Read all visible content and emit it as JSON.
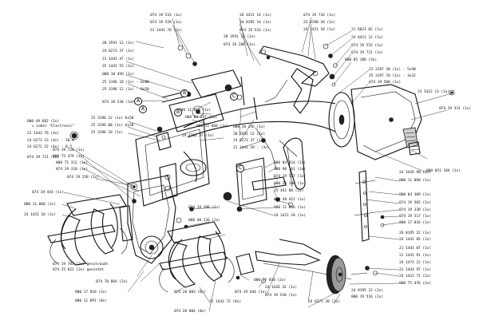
{
  "labels": [
    {
      "id": "l01",
      "text": "074 19 533 (1x)"
    },
    {
      "id": "l02",
      "text": "074 19 528 (1x)"
    },
    {
      "id": "l03",
      "text": "21 1441 70 (1x)"
    },
    {
      "id": "l04",
      "text": "26 1421 14 (1x)"
    },
    {
      "id": "l05",
      "text": "24 8195 14 (1x)"
    },
    {
      "id": "l06",
      "text": "074 19 516 (1x)"
    },
    {
      "id": "l07",
      "text": "074 19 716 (1x)"
    },
    {
      "id": "l08",
      "text": "23 8190 18 (1x)"
    },
    {
      "id": "l09",
      "text": "24 1421 10 (1x)"
    },
    {
      "id": "l10",
      "text": "21 6621 02 (1x)"
    },
    {
      "id": "l11",
      "text": "24 6411 12 (1x)"
    },
    {
      "id": "l12",
      "text": "074 19 552 (1x)"
    },
    {
      "id": "l13",
      "text": "074 19 721 (1x)"
    },
    {
      "id": "l14",
      "text": "000 051 184 (1x)"
    },
    {
      "id": "l15",
      "text": "28 3591 12 (2x)"
    },
    {
      "id": "l16",
      "text": "24 6273 37 (1x)"
    },
    {
      "id": "l17",
      "text": "21 1441 47 (1x)"
    },
    {
      "id": "l18",
      "text": "25 1441 55 (1x)"
    },
    {
      "id": "l19",
      "text": "000 10 450 (1x)"
    },
    {
      "id": "l20",
      "text": "25 3196 18 (1x) - 6x80"
    },
    {
      "id": "l21",
      "text": "25 3196 12 (1x) - 6x50"
    },
    {
      "id": "l22",
      "text": "074 19 538 (1x)"
    },
    {
      "id": "l23",
      "text": "28 3591 12 (2x)"
    },
    {
      "id": "l24",
      "text": "074 19 286 (1x)"
    },
    {
      "id": "l25",
      "text": "23 2187 38 (1x) - 5x40"
    },
    {
      "id": "l26",
      "text": "25 3197 70 (1x) - 3x32"
    },
    {
      "id": "l27",
      "text": "074 19 500 (1x)"
    },
    {
      "id": "l28",
      "text": "23 5422 13 (1x)"
    },
    {
      "id": "l29",
      "text": "074 19 331 (1x)"
    },
    {
      "id": "l30",
      "text": "000 11 068 (1x)"
    },
    {
      "id": "l31",
      "text": "000 04 247 (2x)"
    },
    {
      "id": "l32",
      "text": "000 11 068 (1x)"
    },
    {
      "id": "l33",
      "text": "25 3196 12 (1x) 6x50"
    },
    {
      "id": "l34",
      "text": "25 3196 08 (1x) 6x20"
    },
    {
      "id": "l35",
      "text": "25 3196 18 (1x)"
    },
    {
      "id": "l36",
      "text": "000 05 186 (3x)"
    },
    {
      "id": "l37",
      "text": "000 20 256 (1x)"
    },
    {
      "id": "l38",
      "text": "28 3591 12 (2x)"
    },
    {
      "id": "l39",
      "text": "24 6273 37 (1x)"
    },
    {
      "id": "l40",
      "text": "21 1441 10 - (3x)"
    },
    {
      "id": "l41",
      "text": "24 3426 90 (1x)"
    },
    {
      "id": "l42",
      "text": "000 11 068 (1x)"
    },
    {
      "id": "l43",
      "text": "000 04 309 (1x)"
    },
    {
      "id": "l44",
      "text": "074 19 502 (1x)"
    },
    {
      "id": "l45",
      "text": "000 49 682 (1x)"
    },
    {
      "id": "l46",
      "text": "= Lobel \"Electronic\""
    },
    {
      "id": "l47",
      "text": "21 1443 76 (4x)"
    },
    {
      "id": "l48",
      "text": "24 6273 23 (4x) - 10.8"
    },
    {
      "id": "l49",
      "text": "24 6272 22 (4x) - 8.5"
    },
    {
      "id": "l50",
      "text": "074 19 720 (1x)"
    },
    {
      "id": "l51",
      "text": "000 75 479 (1x)"
    },
    {
      "id": "l52",
      "text": "000 75 312 (1x)"
    },
    {
      "id": "l53",
      "text": "074 19 721 (1x)"
    },
    {
      "id": "l54",
      "text": "074 19 310 (1x)"
    },
    {
      "id": "l55",
      "text": "074 19 158 (1x)"
    },
    {
      "id": "l56",
      "text": "24 4202 37 (1x)"
    },
    {
      "id": "l57",
      "text": "000 04 314 (2x)"
    },
    {
      "id": "l58",
      "text": "000 90 161 (1x)"
    },
    {
      "id": "l59",
      "text": "074 19 537 (1x)"
    },
    {
      "id": "l60",
      "text": "000 20 180 (1x)"
    },
    {
      "id": "l61",
      "text": "25 441 88 (1x)"
    },
    {
      "id": "l62",
      "text": "000 48 412 (1x)"
    },
    {
      "id": "l63",
      "text": "074 19 338 (1x)"
    },
    {
      "id": "l64",
      "text": "074 19 517 (1x)"
    },
    {
      "id": "l65",
      "text": "000 17 016 (1x)"
    },
    {
      "id": "l66",
      "text": "26 8195 22 (1x)"
    },
    {
      "id": "l67",
      "text": "24 1441 85 (1x)"
    },
    {
      "id": "l68",
      "text": "21 1441 87 (1x)"
    },
    {
      "id": "l69",
      "text": "21 1441 91 (1x)"
    },
    {
      "id": "l70",
      "text": "24 1471 22 (1x)"
    },
    {
      "id": "l71",
      "text": "074 19 443 (1x)"
    },
    {
      "id": "l72",
      "text": "000 11 068 (1x)"
    },
    {
      "id": "l73",
      "text": "24 1421 18 (1x)"
    },
    {
      "id": "l74",
      "text": "000 11 066 (1x)"
    },
    {
      "id": "l75",
      "text": "24 1421 18 (1x)"
    },
    {
      "id": "l76",
      "text": "074 19 288 (1x)"
    },
    {
      "id": "l77",
      "text": "000 48 126 (2x)"
    },
    {
      "id": "l78",
      "text": "074 19 701 (2x) geschraubt"
    },
    {
      "id": "l79",
      "text": "074 25 821 (2x) genietet"
    },
    {
      "id": "l80",
      "text": "074 70 864 (2x)"
    },
    {
      "id": "l81",
      "text": "000 17 818 (2x)"
    },
    {
      "id": "l82",
      "text": "000 11 091 (8x)"
    },
    {
      "id": "l83",
      "text": "074 20 083 (8x)"
    },
    {
      "id": "l84",
      "text": "21 1443 72 (8x)"
    },
    {
      "id": "l85",
      "text": "074 20 004 (8x)"
    },
    {
      "id": "l86",
      "text": "000 17 010 (2x)"
    },
    {
      "id": "l87",
      "text": "074 19 444 (1x)"
    },
    {
      "id": "l88",
      "text": "24 1426 32 (1x)"
    },
    {
      "id": "l89",
      "text": "074 19 530 (1x)"
    },
    {
      "id": "l90",
      "text": "24 6271 20 (2x)"
    },
    {
      "id": "l91",
      "text": "24 8195 22 (2x)"
    },
    {
      "id": "l92",
      "text": "000 19 516 (2x)"
    },
    {
      "id": "l93",
      "text": "21 1443 97 (1x)"
    },
    {
      "id": "l94",
      "text": "24 1423 71 (2x)"
    },
    {
      "id": "l95",
      "text": "000 75 476 (2x)"
    }
  ],
  "markers": [
    {
      "id": "mA1",
      "text": "A"
    },
    {
      "id": "mB1",
      "text": "B"
    },
    {
      "id": "mC1",
      "text": "C"
    },
    {
      "id": "mA2",
      "text": "A"
    },
    {
      "id": "mB2",
      "text": "B"
    },
    {
      "id": "mC2",
      "text": "C"
    }
  ]
}
